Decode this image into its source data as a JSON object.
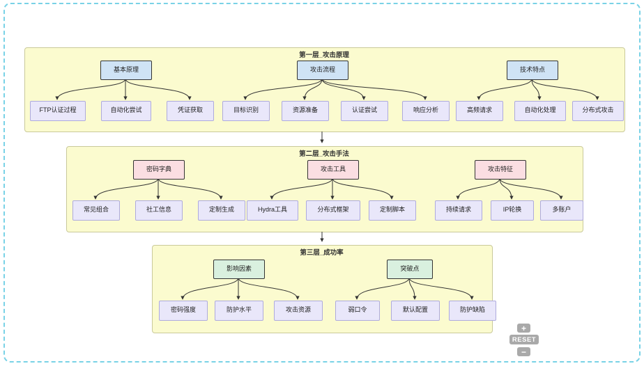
{
  "diagram": {
    "layers": [
      {
        "title": "第一层_攻击原理",
        "groups": [
          {
            "parent": "基本原理",
            "children": [
              "FTP认证过程",
              "自动化尝试",
              "凭证获取"
            ]
          },
          {
            "parent": "攻击流程",
            "children": [
              "目标识别",
              "资源准备",
              "认证尝试",
              "响应分析"
            ]
          },
          {
            "parent": "技术特点",
            "children": [
              "高频请求",
              "自动化处理",
              "分布式攻击"
            ]
          }
        ]
      },
      {
        "title": "第二层_攻击手法",
        "groups": [
          {
            "parent": "密码字典",
            "children": [
              "常见组合",
              "社工信息",
              "定制生成"
            ]
          },
          {
            "parent": "攻击工具",
            "children": [
              "Hydra工具",
              "分布式框架",
              "定制脚本"
            ]
          },
          {
            "parent": "攻击特征",
            "children": [
              "持续请求",
              "IP轮换",
              "多账户"
            ]
          }
        ]
      },
      {
        "title": "第三层_成功率",
        "groups": [
          {
            "parent": "影响因素",
            "children": [
              "密码强度",
              "防护水平",
              "攻击资源"
            ]
          },
          {
            "parent": "突破点",
            "children": [
              "弱口令",
              "默认配置",
              "防护缺陷"
            ]
          }
        ]
      }
    ]
  },
  "controls": {
    "zoom_in": "+",
    "reset": "RESET",
    "zoom_out": "−"
  },
  "colors": {
    "container_bg": "#fbfbcf",
    "container_border": "#c9c99a",
    "parent_fills": [
      "#cfe3f5",
      "#fbdee2",
      "#d9f0df"
    ],
    "child_fill": "#e9e7fa",
    "child_border": "#aeaadd",
    "edge": "#333333",
    "frame_border": "#79d2e6",
    "button_bg": "#a9a9a9"
  }
}
